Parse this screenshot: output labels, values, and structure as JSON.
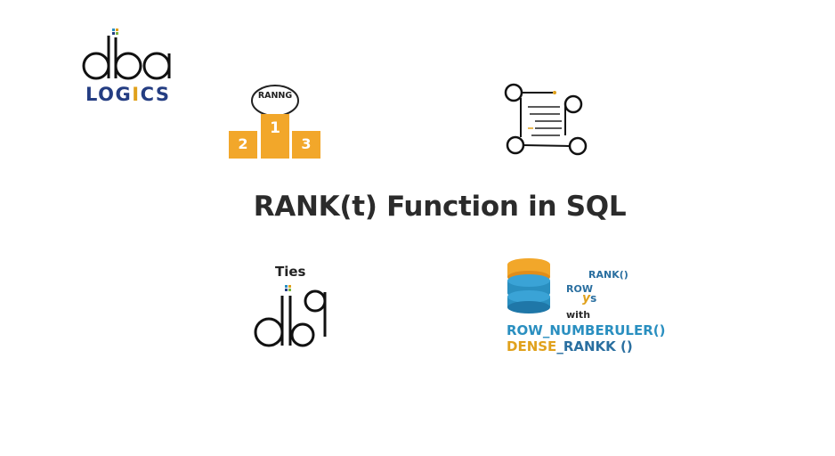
{
  "logo": {
    "mark": "dba",
    "text_before": "LOG",
    "text_accent": "I",
    "text_after": "CS",
    "brand_color": "#243d82",
    "accent_color": "#e0a11c"
  },
  "podium": {
    "label": "RANNG",
    "first": "1",
    "second": "2",
    "third": "3",
    "color": "#f2a72a"
  },
  "title": "RANK(t) Function in SQL",
  "ties": {
    "label": "Ties"
  },
  "compare": {
    "rank": "RANK()",
    "row": "ROW",
    "vs_v": "y",
    "vs_s": "s",
    "with": "with",
    "row_number": "ROW_NUMBERULER()",
    "dense_a": "DENSE",
    "dense_b": "_RANKK ()",
    "db_colors": [
      "#f2a72a",
      "#2a8fc0"
    ]
  },
  "icons": {
    "schema": "schema-flow-icon",
    "database": "database-stack-icon"
  }
}
